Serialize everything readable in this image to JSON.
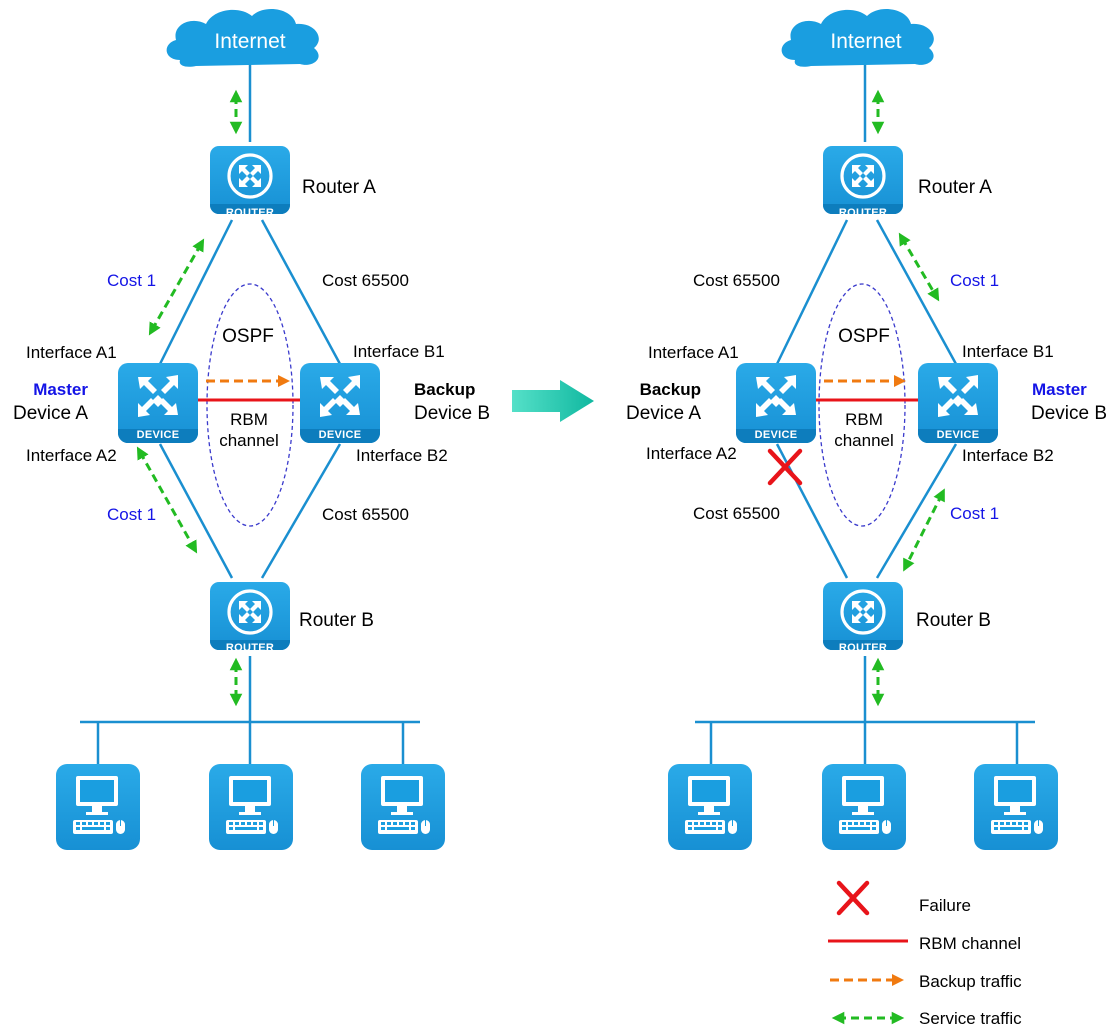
{
  "colors": {
    "link": "#1a8fd0",
    "device_fill": "#1a9ee0",
    "device_fill_dark": "#0d7dbd",
    "rbm": "#e8141a",
    "backup": "#f07a10",
    "service": "#22bb22",
    "failure": "#e8141a",
    "role_master": "#1414e6",
    "ospf": "#3a3acc",
    "arrow_teal": "#1ec8a8"
  },
  "icons": {
    "router": "router-icon",
    "device": "firewall-device-icon",
    "cloud": "cloud-icon",
    "pc": "pc-terminal-icon"
  },
  "common": {
    "internet": "Internet",
    "router_caption": "ROUTER",
    "device_caption": "DEVICE",
    "router_a": "Router A",
    "router_b": "Router B",
    "ospf": "OSPF",
    "rbm_line1": "RBM",
    "rbm_line2": "channel",
    "device_a": "Device A",
    "device_b": "Device B",
    "interface_a1": "Interface A1",
    "interface_a2": "Interface A2",
    "interface_b1": "Interface B1",
    "interface_b2": "Interface B2"
  },
  "left": {
    "role_a": "Master",
    "role_b": "Backup",
    "cost_a_up": "Cost 1",
    "cost_b_up": "Cost 65500",
    "cost_a_down": "Cost 1",
    "cost_b_down": "Cost 65500"
  },
  "right": {
    "role_a": "Backup",
    "role_b": "Master",
    "cost_a_up": "Cost 65500",
    "cost_b_up": "Cost 1",
    "cost_a_down": "Cost 65500",
    "cost_b_down": "Cost 1"
  },
  "legend": {
    "failure": "Failure",
    "rbm": "RBM channel",
    "backup": "Backup traffic",
    "service": "Service traffic"
  }
}
